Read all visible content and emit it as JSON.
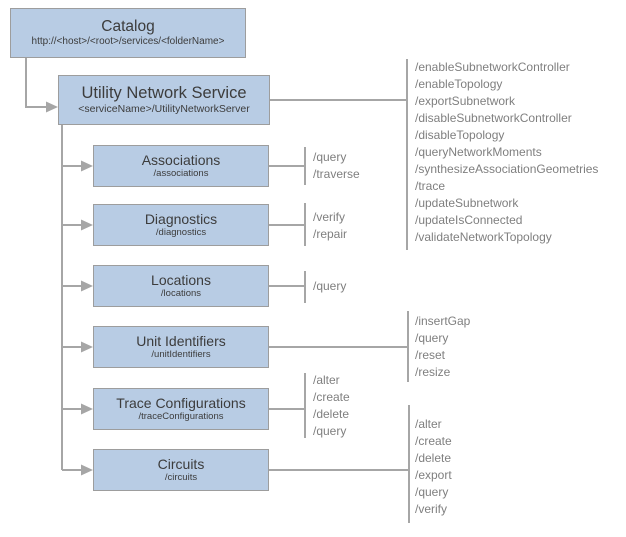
{
  "colors": {
    "node_fill": "#b8cce4",
    "node_border": "#9d9d9d",
    "connector_gray": "#a6a6a6",
    "operation_text": "#7f7f7f",
    "node_text": "#3c3c3c"
  },
  "nodes": {
    "catalog": {
      "title": "Catalog",
      "subtitle": "http://<host>/<root>/services/<folderName>"
    },
    "utility_network_service": {
      "title": "Utility Network Service",
      "subtitle": "<serviceName>/UtilityNetworkServer"
    },
    "associations": {
      "title": "Associations",
      "subtitle": "/associations"
    },
    "diagnostics": {
      "title": "Diagnostics",
      "subtitle": "/diagnostics"
    },
    "locations": {
      "title": "Locations",
      "subtitle": "/locations"
    },
    "unit_identifiers": {
      "title": "Unit Identifiers",
      "subtitle": "/unitIdentifiers"
    },
    "trace_configurations": {
      "title": "Trace Configurations",
      "subtitle": "/traceConfigurations"
    },
    "circuits": {
      "title": "Circuits",
      "subtitle": "/circuits"
    }
  },
  "operations": {
    "utility_network_service": [
      "/enableSubnetworkController",
      "/enableTopology",
      "/exportSubnetwork",
      "/disableSubnetworkController",
      "/disableTopology",
      "/queryNetworkMoments",
      "/synthesizeAssociationGeometries",
      "/trace",
      "/updateSubnetwork",
      "/updateIsConnected",
      "/validateNetworkTopology"
    ],
    "associations": [
      "/query",
      "/traverse"
    ],
    "diagnostics": [
      "/verify",
      "/repair"
    ],
    "locations": [
      "/query"
    ],
    "unit_identifiers": [
      "/insertGap",
      "/query",
      "/reset",
      "/resize"
    ],
    "trace_configurations": [
      "/alter",
      "/create",
      "/delete",
      "/query"
    ],
    "circuits": [
      "/alter",
      "/create",
      "/delete",
      "/export",
      "/query",
      "/verify"
    ]
  }
}
